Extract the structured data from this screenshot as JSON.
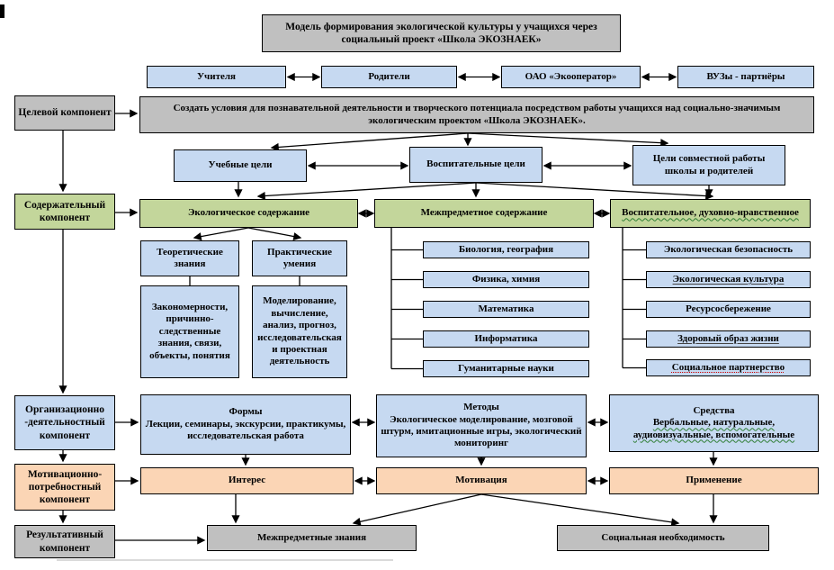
{
  "title": "Модель формирования экологической культуры у учащихся через социальный проект «Школа ЭКОЗНАЕК»",
  "partners": [
    "Учителя",
    "Родители",
    "ОАО «Экооператор»",
    "ВУЗы - партнёры"
  ],
  "components": {
    "target": "Целевой компонент",
    "content": "Содержательный компонент",
    "organizational": "Организационно -деятельностный компонент",
    "motivational": "Мотивационно-потребностный компонент",
    "resultative": "Результативный компонент"
  },
  "mission": "Создать условия для познавательной деятельности и творческого потенциала посредством работы учащихся над социально-значимым экологическим проектом «Школа ЭКОЗНАЕК».",
  "goals": {
    "study": "Учебные цели",
    "upbringing": "Воспитательные цели",
    "joint": "Цели совместной работы школы и родителей"
  },
  "content_areas": {
    "ecological": "Экологическое содержание",
    "interdisciplinary": "Межпредметное содержание",
    "moral": "Воспитательное, духовно-нравственное"
  },
  "knowledge": {
    "theoretical": {
      "title": "Теоретические знания",
      "detail": "Закономерности, причинно-следственные знания, связи, объекты, понятия"
    },
    "practical": {
      "title": "Практические умения",
      "detail": "Моделирование, вычисление, анализ, прогноз, исследовательская и проектная деятельность"
    }
  },
  "subjects": [
    "Биология, география",
    "Физика, химия",
    "Математика",
    "Информатика",
    "Гуманитарные науки"
  ],
  "values": [
    "Экологическая безопасность",
    "Экологическая культура",
    "Ресурсосбережение",
    "Здоровый образ жизни",
    "Социальное партнерство"
  ],
  "process": {
    "forms": {
      "title": "Формы",
      "detail": "Лекции, семинары, экскурсии, практикумы, исследовательская работа"
    },
    "methods": {
      "title": "Методы",
      "detail": "Экологическое моделирование, мозговой штурм, имитационные игры, экологический мониторинг"
    },
    "means": {
      "title": "Средства",
      "detail": "Вербальные, натуральные, аудиовизуальные, вспомогательные"
    }
  },
  "motivation": {
    "interest": "Интерес",
    "motivation": "Мотивация",
    "application": "Применение"
  },
  "results": {
    "knowledge": "Межпредметные знания",
    "necessity": "Социальная необходимость"
  },
  "colors": {
    "gray": "#c0c0c0",
    "blue": "#c6d9f1",
    "green": "#c3d69b",
    "orange": "#fbd5b5",
    "arrow": "#000000"
  }
}
